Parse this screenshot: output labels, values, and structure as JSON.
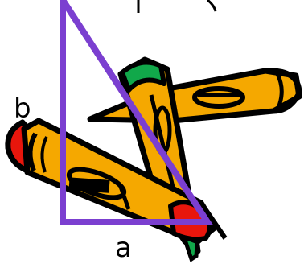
{
  "labels": {
    "leg_vertical": "b",
    "leg_horizontal": "a"
  },
  "colors": {
    "triangle": "#7b3fd0",
    "pencil_body": "#f5a800",
    "pencil_tip": "#e8160c",
    "pencil_cap": "#11a84a",
    "outline": "#000000",
    "background": "#ffffff"
  },
  "icons": [
    "pencil-clipart",
    "pencil-clipart",
    "right-triangle"
  ]
}
